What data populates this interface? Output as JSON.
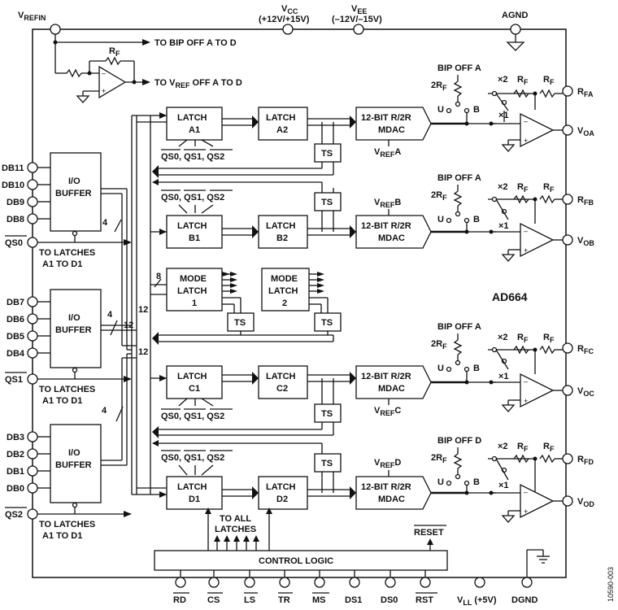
{
  "pins": {
    "vrefin": "V",
    "vrefin_sub": "REFIN",
    "vcc": "V",
    "vcc_sub": "CC",
    "vcc_range": "(+12V/+15V)",
    "vee": "V",
    "vee_sub": "EE",
    "vee_range": "(–12V/–15V)",
    "agnd": "AGND",
    "rfa": "R",
    "rfa_sub": "FA",
    "voa": "V",
    "voa_sub": "OA",
    "rfb": "R",
    "rfb_sub": "FB",
    "vob": "V",
    "vob_sub": "OB",
    "rfc": "R",
    "rfc_sub": "FC",
    "voc": "V",
    "voc_sub": "OC",
    "rfd": "R",
    "rfd_sub": "FD",
    "vod": "V",
    "vod_sub": "OD",
    "db11": "DB11",
    "db10": "DB10",
    "db9": "DB9",
    "db8": "DB8",
    "db7": "DB7",
    "db6": "DB6",
    "db5": "DB5",
    "db4": "DB4",
    "db3": "DB3",
    "db2": "DB2",
    "db1": "DB1",
    "db0": "DB0",
    "qs0": "QS0",
    "qs1": "QS1",
    "qs2": "QS2",
    "rd": "RD",
    "cs": "CS",
    "ls": "LS",
    "tr": "TR",
    "ms": "MS",
    "ds1": "DS1",
    "ds0": "DS0",
    "rst": "RST",
    "vll": "V",
    "vll_sub": "LL",
    "vll_val": "(+5V)",
    "dgnd": "DGND"
  },
  "labels": {
    "to_bip_off": "TO BIP OFF A TO D",
    "to_vref_off_pre": "TO V",
    "to_vref_off_sub": "REF",
    "to_vref_off_post": " OFF A TO D",
    "rf": "R",
    "rf_sub": "F",
    "latch": "LATCH",
    "a1": "A1",
    "a2": "A2",
    "b1": "B1",
    "b2": "B2",
    "c1": "C1",
    "c2": "C2",
    "d1": "D1",
    "d2": "D2",
    "mode": "MODE",
    "mode_latch1_num": "1",
    "mode_latch2_num": "2",
    "mdac_line1": "12-BIT R/2R",
    "mdac_line2": "MDAC",
    "ts": "TS",
    "vref": "V",
    "vref_sub": "REF",
    "vref_a": "A",
    "vref_b": "B",
    "vref_c": "C",
    "vref_d": "D",
    "bip_off_a": "BIP OFF A",
    "bip_off_d": "BIP OFF D",
    "two_rf": "2R",
    "two_rf_sub": "F",
    "u": "U",
    "b": "B",
    "x2": "×2",
    "x1": "×1",
    "io": "I/O",
    "buffer": "BUFFER",
    "to_latches": "TO LATCHES",
    "a1_to_d1": "A1 TO D1",
    "to_all": "TO ALL",
    "latches": "LATCHES",
    "control_logic": "CONTROL LOGIC",
    "reset": "RESET",
    "part": "AD664",
    "bus4": "4",
    "bus8": "8",
    "bus12": "12",
    "qs_sel_0": "QS0",
    "qs_sel_1": "QS1",
    "qs_sel_2": "QS2",
    "figure_code": "10590-003",
    "opamp_minus": "–",
    "opamp_plus": "+"
  }
}
